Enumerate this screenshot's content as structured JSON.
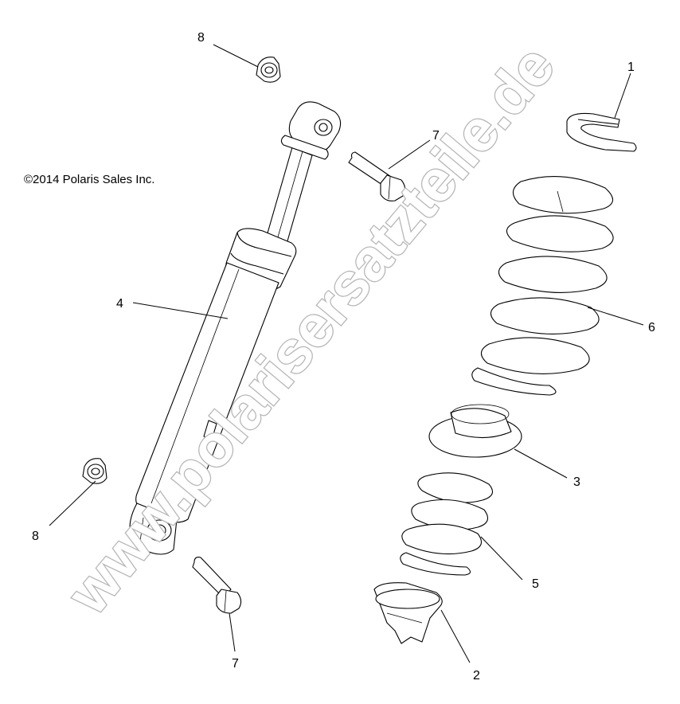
{
  "copyright": "©2014 Polaris Sales Inc.",
  "watermark": "www.polarisersatzteile.de",
  "callouts": [
    {
      "id": "c1",
      "label": "1"
    },
    {
      "id": "c2",
      "label": "2"
    },
    {
      "id": "c3",
      "label": "3"
    },
    {
      "id": "c4",
      "label": "4"
    },
    {
      "id": "c5",
      "label": "5"
    },
    {
      "id": "c6",
      "label": "6"
    },
    {
      "id": "c7a",
      "label": "7"
    },
    {
      "id": "c7b",
      "label": "7"
    },
    {
      "id": "c8a",
      "label": "8"
    },
    {
      "id": "c8b",
      "label": "8"
    }
  ]
}
